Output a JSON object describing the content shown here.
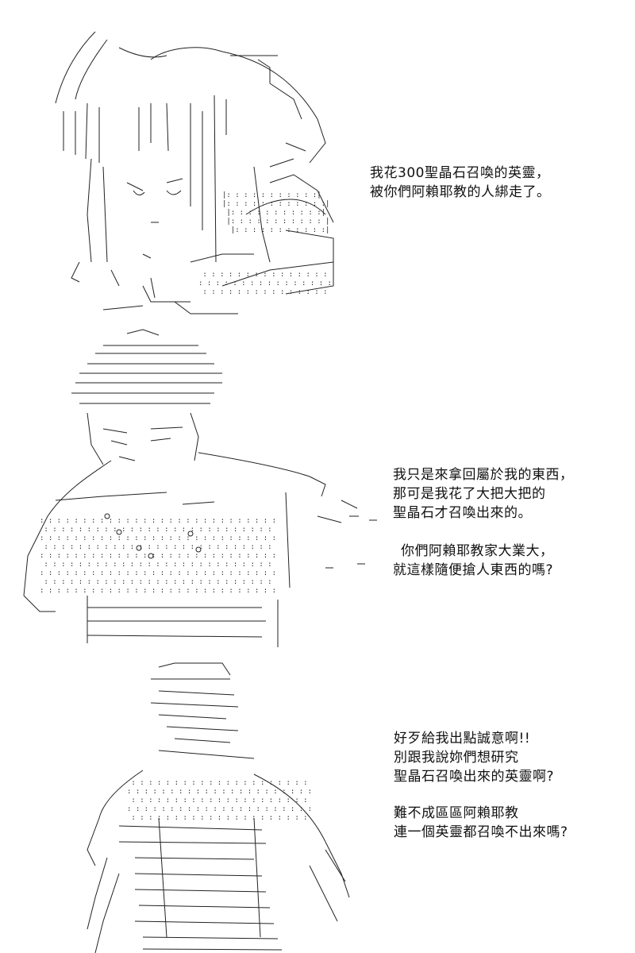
{
  "panels": [
    {
      "id": "panel-1",
      "dialogue": [
        "我花300聖晶石召喚的英靈，",
        "被你們阿賴耶教的人綁走了。"
      ]
    },
    {
      "id": "panel-2",
      "dialogue": [
        "我只是來拿回屬於我的東西，",
        "那可是我花了大把大把的",
        "聖晶石才召喚出來的。"
      ],
      "dialogue_b": [
        "你們阿賴耶教家大業大，",
        "就這樣隨便搶人東西的嗎?"
      ]
    },
    {
      "id": "panel-3",
      "dialogue": [
        "好歹給我出點誠意啊!!",
        "別跟我說妳們想研究",
        "聖晶石召喚出來的英靈啊?"
      ],
      "dialogue_b": [
        "難不成區區阿賴耶教",
        "連一個英靈都召喚不出來嗎?"
      ]
    }
  ],
  "colors": {
    "ink": "#111111",
    "background": "#ffffff"
  }
}
